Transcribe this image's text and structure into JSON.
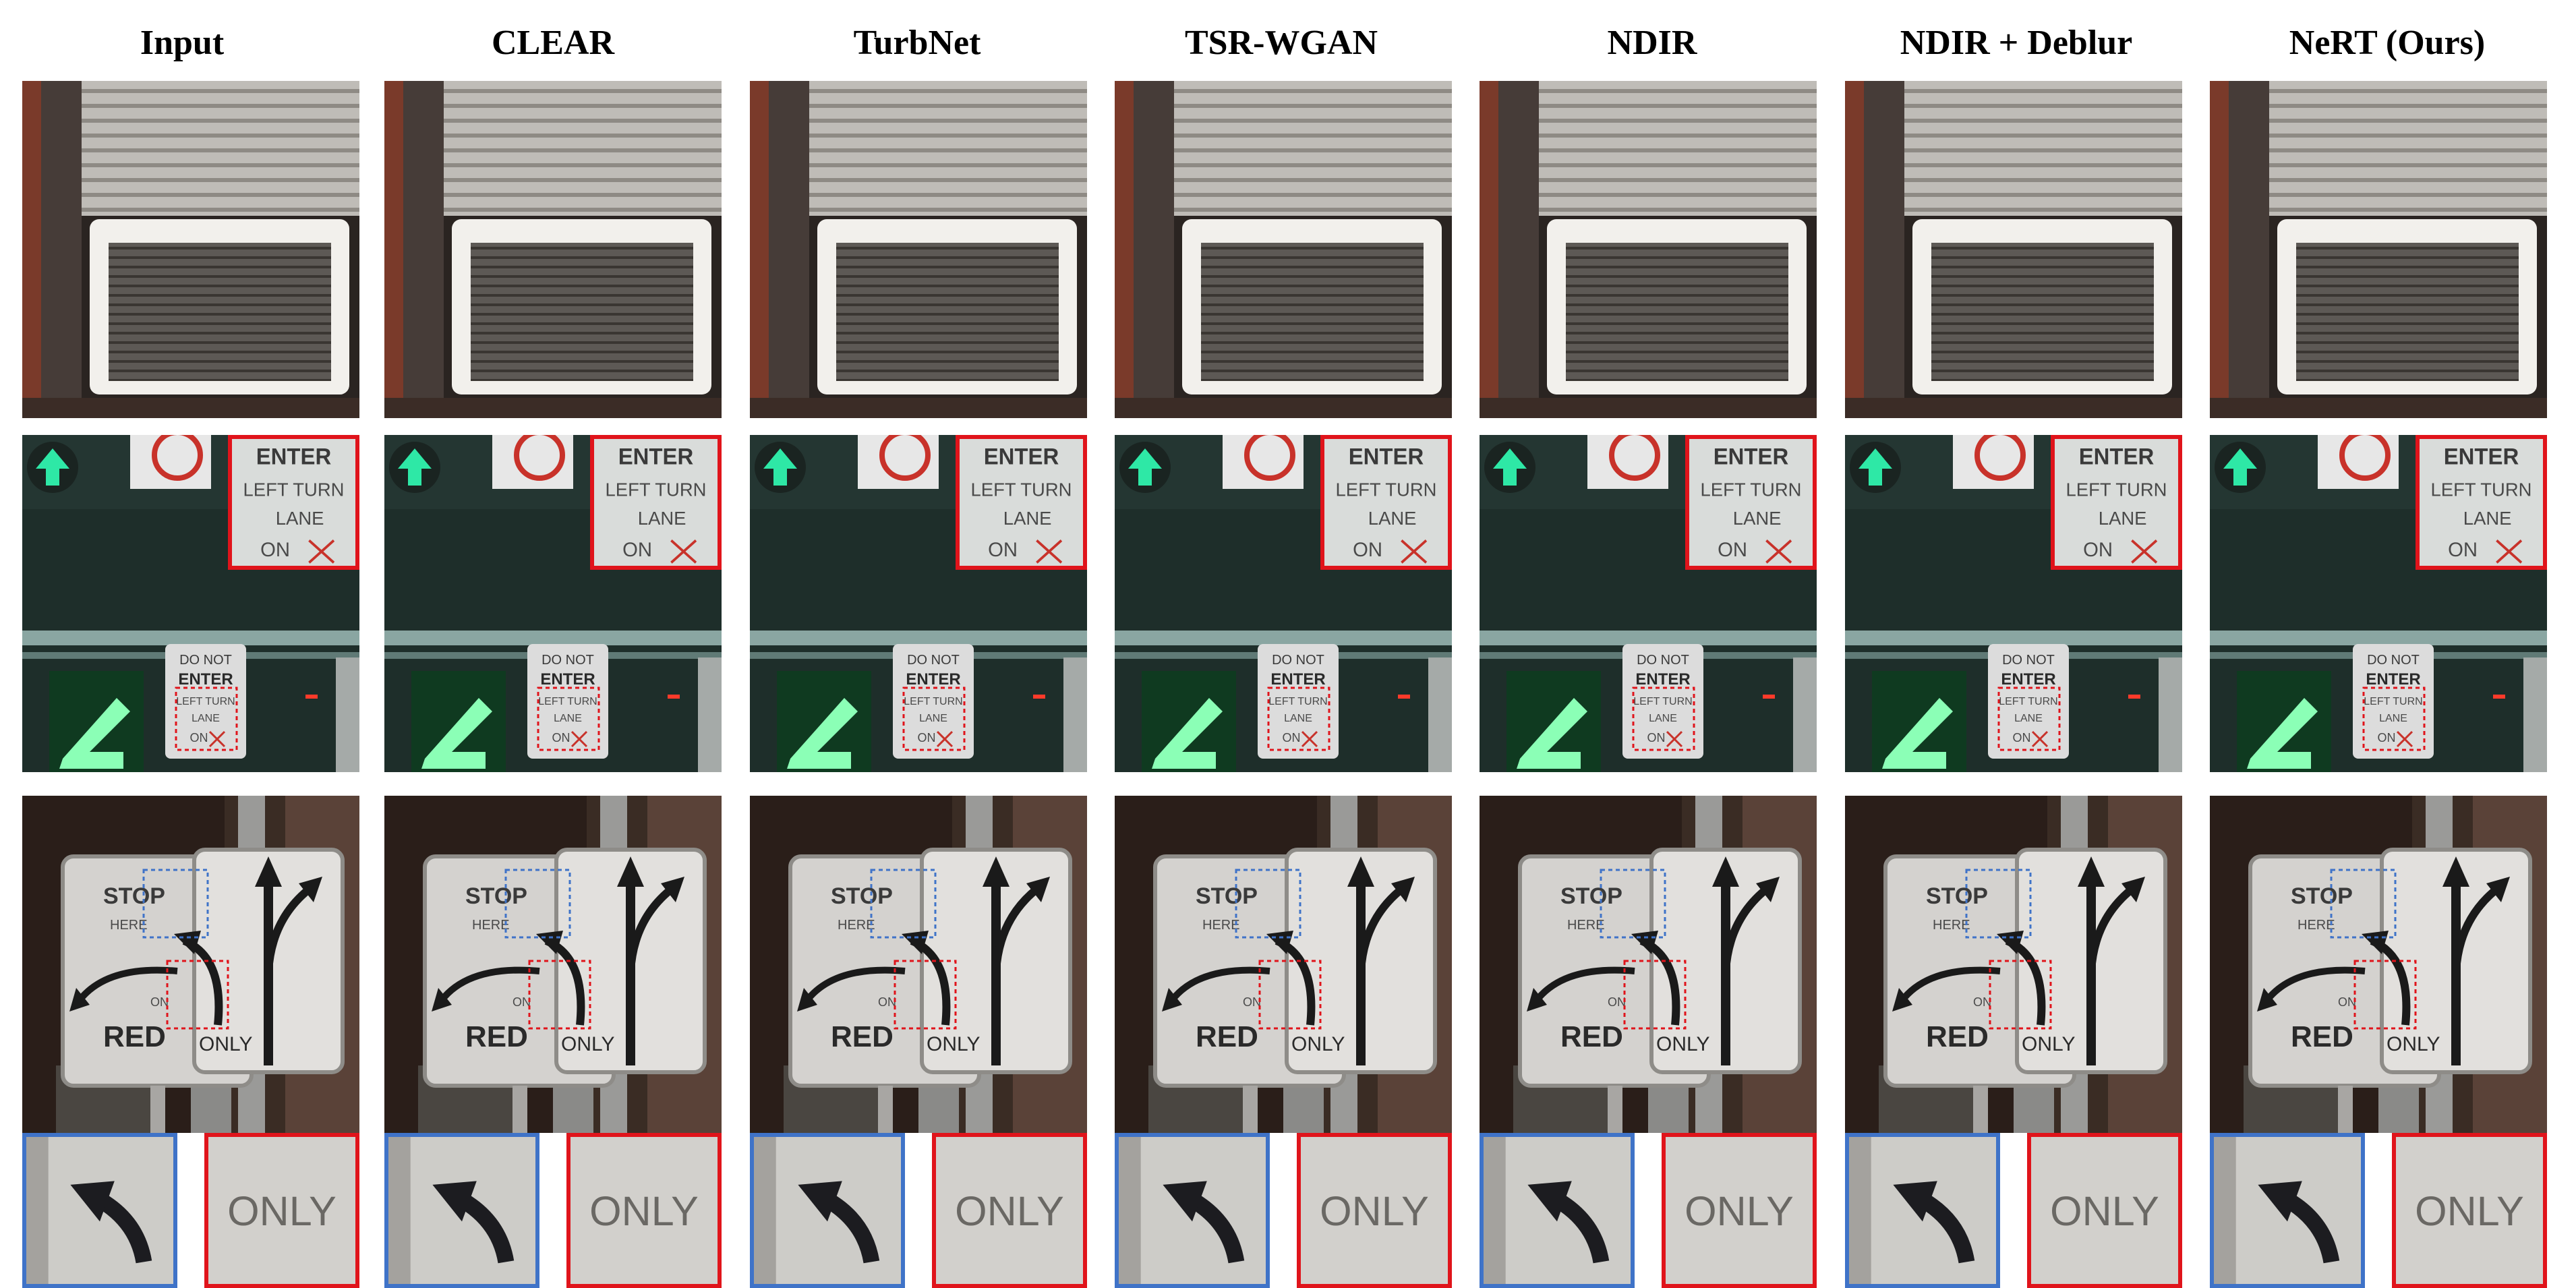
{
  "columns": [
    {
      "title": "Input"
    },
    {
      "title": "CLEAR"
    },
    {
      "title": "TurbNet"
    },
    {
      "title": "TSR-WGAN"
    },
    {
      "title": "NDIR"
    },
    {
      "title": "NDIR + Deblur"
    },
    {
      "title": "NeRT (Ours)"
    }
  ],
  "rows": [
    "ac-unit",
    "traffic-signs",
    "lane-signs"
  ],
  "sign_text": {
    "enter_sign": [
      "DO NOT",
      "ENTER",
      "LEFT TURN",
      "LANE",
      "ON"
    ],
    "stop_sign": [
      "STOP",
      "HERE",
      "ON",
      "RED"
    ],
    "only_sign": "ONLY"
  },
  "colors": {
    "zoom_red": "#e0141b",
    "zoom_blue": "#3f73c8"
  }
}
